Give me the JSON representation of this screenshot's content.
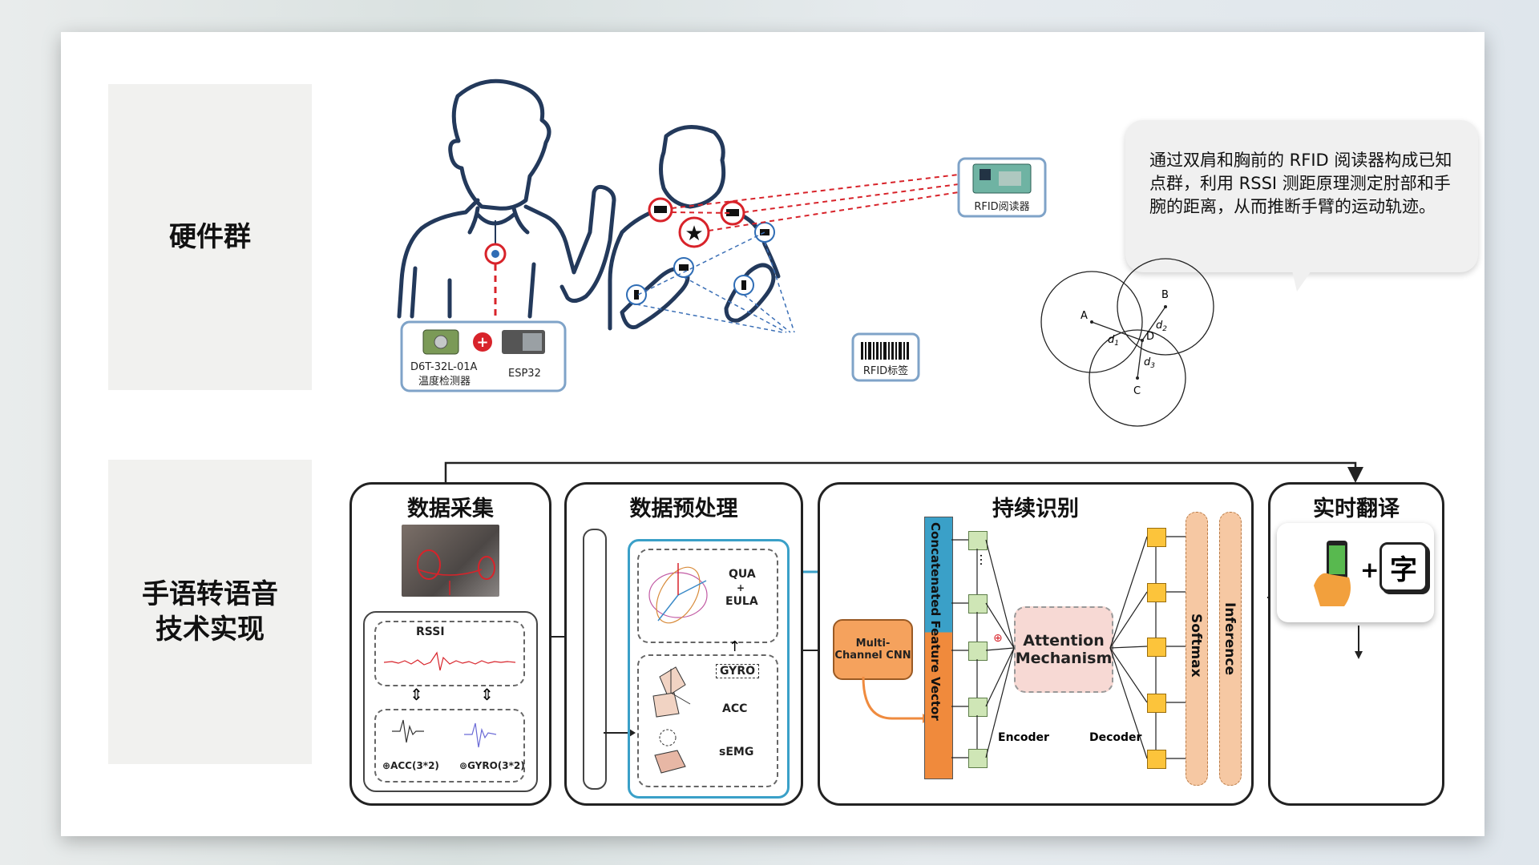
{
  "sections": {
    "hardware": "硬件群",
    "implementation_line1": "手语转语音",
    "implementation_line2": "技术实现"
  },
  "hardware": {
    "sensor_label_line1": "D6T-32L-01A",
    "sensor_label_line2": "温度检测器",
    "esp_label": "ESP32",
    "reader_label": "RFID阅读器",
    "tag_label": "RFID标签",
    "description": "通过双肩和胸前的 RFID 阅读器构成已知点群，利用 RSSI 测距原理测定肘部和手腕的距离，从而推断手臂的运动轨迹。"
  },
  "trilateration": {
    "A": "A",
    "B": "B",
    "C": "C",
    "D": "D",
    "d1": "d",
    "d1_sub": "1",
    "d2": "d",
    "d2_sub": "2",
    "d3": "d",
    "d3_sub": "3"
  },
  "pipeline": {
    "collect": {
      "title": "数据采集",
      "rssi": "RSSI",
      "acc": "ACC(3*2)",
      "gyro": "GYRO(3*2)"
    },
    "preprocess": {
      "title": "数据预处理",
      "qua": "QUA",
      "plus": "+",
      "eula": "EULA",
      "gyro": "GYRO",
      "acc": "ACC",
      "semg": "sEMG"
    },
    "recognize": {
      "title": "持续识别",
      "cnn_line1": "Multi-",
      "cnn_line2": "Channel CNN",
      "feature_vector": "Concatenated Feature Vector",
      "attention_line1": "Attention",
      "attention_line2": "Mechanism",
      "encoder": "Encoder",
      "decoder": "Decoder",
      "softmax": "Softmax",
      "inference": "Inference"
    },
    "translate": {
      "title": "实时翻译",
      "plus": "+",
      "char": "字"
    }
  },
  "colors": {
    "red_dash": "#d8232a",
    "blue_dash": "#3b6fb6",
    "teal": "#3aa0c8",
    "orange": "#ef8b3f",
    "cnn_fill": "#f5a25d",
    "feature_fill": "#f08a3c",
    "attention_fill": "#f7d9d4",
    "decoder_fill": "#fcc43b",
    "encoder_fill": "#cfe6b6",
    "softmax_fill": "#f6c8a3",
    "wave_green": "#2fb97a"
  }
}
